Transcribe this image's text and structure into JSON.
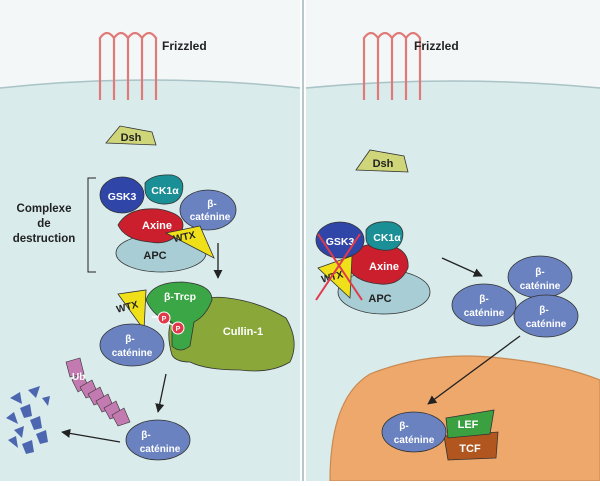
{
  "labels": {
    "frizzled": "Frizzled",
    "dsh": "Dsh",
    "complex": [
      "Complexe",
      "de",
      "destruction"
    ],
    "gsk3": "GSK3",
    "ck1a": "CK1α",
    "beta": "β-",
    "catenine": "caténine",
    "axine": "Axine",
    "wtx": "WTX",
    "apc": "APC",
    "btrcp": "β-Trcp",
    "p": "P",
    "cullin": "Cullin-1",
    "ub": "Ub",
    "lef": "LEF",
    "tcf": "TCF"
  },
  "colors": {
    "cytoplasm": "#d9ebeb",
    "membrane": "#f3f7f7",
    "nucleus": "#eea86c",
    "receptor": "#e07a78",
    "dsh": "#cfd67a",
    "gsk3": "#2f46a8",
    "ck1a": "#1a8f95",
    "catenin": "#6a82c0",
    "axine": "#cc1f2e",
    "wtx": "#f0e01a",
    "apc": "#a8cdd4",
    "btrcp": "#3aa645",
    "cullin": "#8aa83a",
    "phospho": "#e03a4a",
    "ubiquitin": "#c27ab0",
    "fragment": "#4d66b0",
    "lef": "#3aa040",
    "tcf": "#b0561e"
  }
}
